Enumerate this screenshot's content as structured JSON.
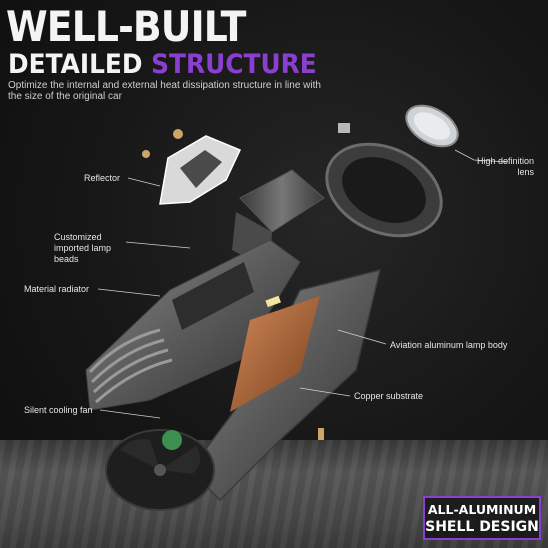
{
  "header": {
    "title_line1": "WELL-BUILT",
    "title_line2_white": "DETAILED",
    "title_line2_accent": "STRUCTURE",
    "subtitle": "Optimize the internal and external heat dissipation structure in line with the size of the original car"
  },
  "callouts": {
    "reflector": "Reflector",
    "high_definition_lens": "High definition lens",
    "lamp_beads": "Customized imported lamp beads",
    "material_radiator": "Material radiator",
    "aviation_body": "Aviation aluminum lamp body",
    "copper_substrate": "Copper substrate",
    "cooling_fan": "Silent cooling fan"
  },
  "badge": {
    "line1": "ALL-ALUMINUM",
    "line2": "SHELL DESIGN"
  },
  "colors": {
    "accent": "#8b3fd1",
    "title": "#f4f4f4",
    "copper": "#b0673a"
  }
}
